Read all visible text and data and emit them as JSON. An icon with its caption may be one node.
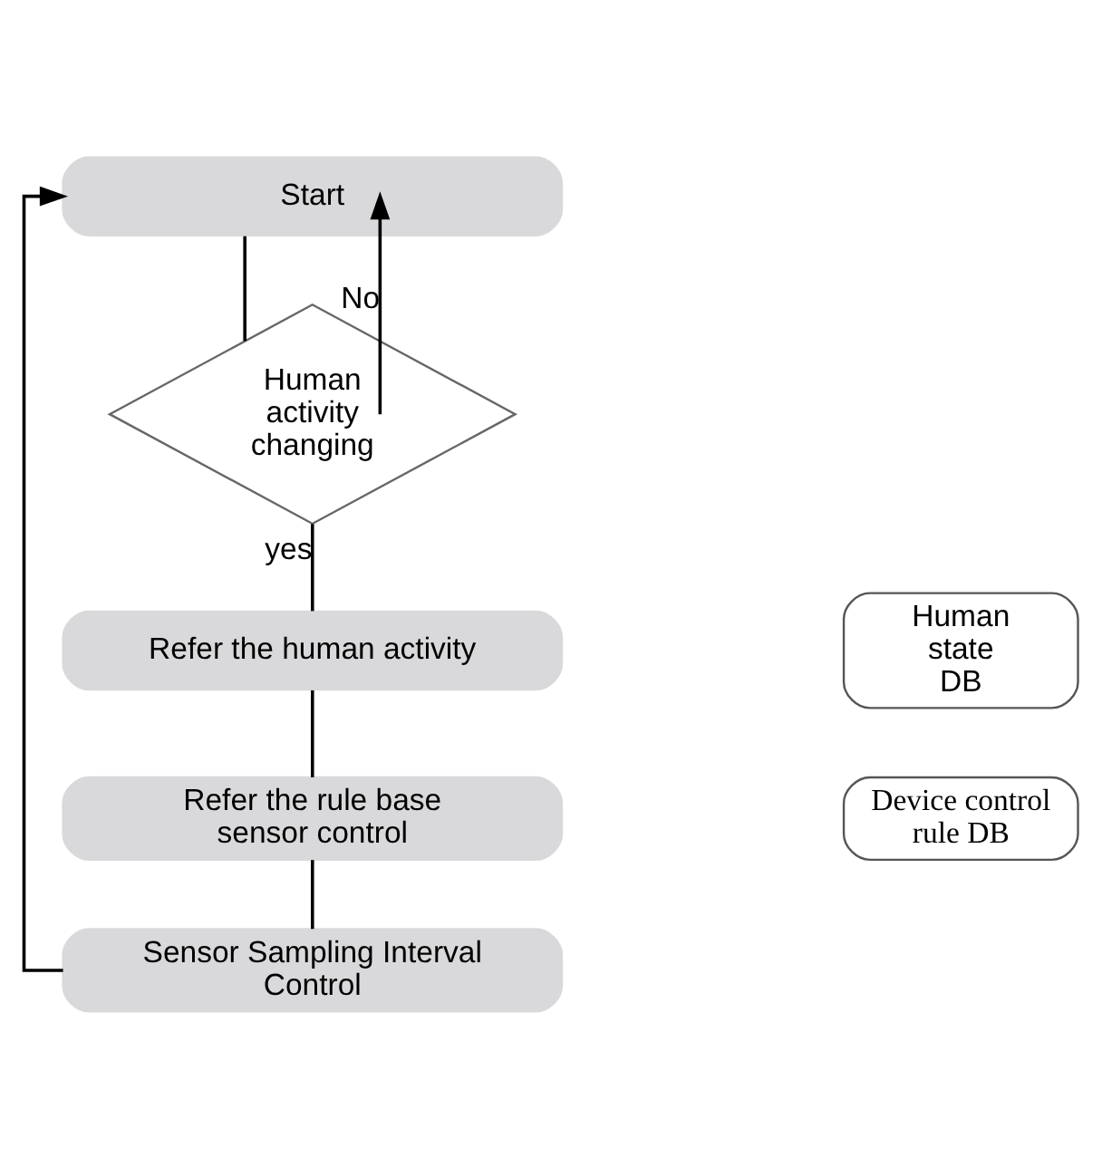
{
  "diagram": {
    "nodes": [
      {
        "text": [
          "Start"
        ]
      },
      {
        "text": [
          "Human activity changing"
        ]
      },
      {
        "text": [
          "Refer the human activity"
        ]
      },
      {
        "text": [
          "Human state DB"
        ]
      },
      {
        "text": [
          "Refer the rule base sensor control"
        ]
      },
      {
        "text": [
          "Device control rule DB"
        ]
      },
      {
        "text": [
          "Sensor Sampling Interval Control"
        ]
      }
    ],
    "edges": [
      {
        "from": 0,
        "to": 1,
        "arrow": "none"
      },
      {
        "from": 1,
        "to": 0,
        "arrow": "to",
        "label": "No"
      },
      {
        "from": 1,
        "to": 2,
        "arrow": "none",
        "label": "yes"
      },
      {
        "from": 2,
        "to": 4,
        "arrow": "none"
      },
      {
        "from": 4,
        "to": 6,
        "arrow": "none"
      },
      {
        "from": 6,
        "to": 0,
        "arrow": "to"
      }
    ]
  }
}
